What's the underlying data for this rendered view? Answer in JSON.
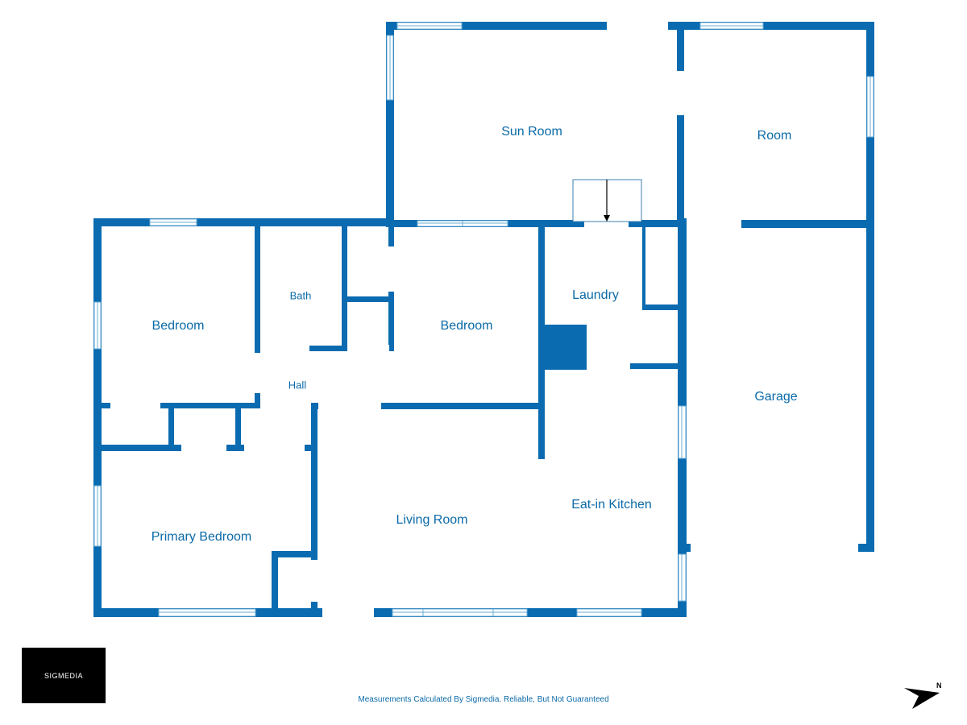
{
  "rooms": {
    "sun_room": "Sun Room",
    "room": "Room",
    "bedroom_left": "Bedroom",
    "bath": "Bath",
    "bedroom_center": "Bedroom",
    "laundry": "Laundry",
    "hall": "Hall",
    "garage": "Garage",
    "primary_bedroom": "Primary Bedroom",
    "living_room": "Living Room",
    "kitchen": "Eat-in Kitchen"
  },
  "logo": "SIGMEDIA",
  "disclaimer": "Measurements Calculated By Sigmedia. Reliable, But Not Guaranteed",
  "compass": {
    "label": "N",
    "icon": "north-arrow-icon"
  },
  "colors": {
    "wall": "#0a6bb0",
    "label": "#0b6aa8",
    "window": "#6aaed6"
  }
}
